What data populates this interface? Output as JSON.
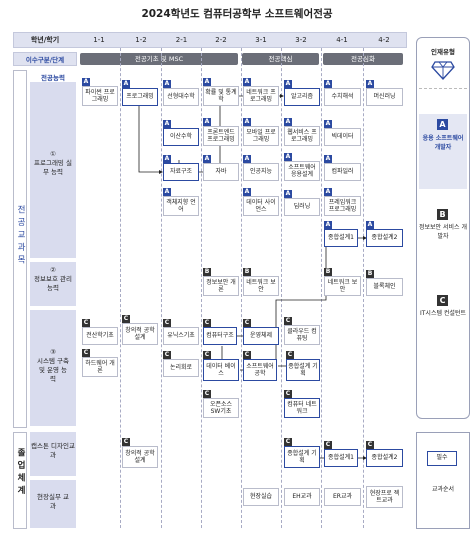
{
  "title": "2024학년도 컴퓨터공학부 소프트웨어전공",
  "header": {
    "label": "학년/학기",
    "semesters": [
      "1-1",
      "1-2",
      "2-1",
      "2-2",
      "3-1",
      "3-2",
      "4-1",
      "4-2"
    ]
  },
  "track_row": {
    "label": "이수구분/단계",
    "bars": [
      "전공기초 및 MSC",
      "전공핵심",
      "전공심화"
    ]
  },
  "side_labels": {
    "major_course": "전공교과목",
    "graduation": "졸업체계",
    "competency_header": "전공능력"
  },
  "sections": [
    {
      "num": "①",
      "name": "프로그래밍 실무 능력"
    },
    {
      "num": "②",
      "name": "정보보호 관리 능력"
    },
    {
      "num": "③",
      "name": "시스템 구축 및 운영 능력"
    },
    {
      "name": "캡스톤 디자인교과"
    },
    {
      "name": "현장실무 교과"
    }
  ],
  "courses": [
    {
      "id": "c1",
      "label": "파이썬 프로그래밍",
      "tag": "A"
    },
    {
      "id": "c2",
      "label": "프로그래밍",
      "tag": "A",
      "required": true
    },
    {
      "id": "c3",
      "label": "선형대수학",
      "tag": "A"
    },
    {
      "id": "c4",
      "label": "확률 및 통계학",
      "tag": "A"
    },
    {
      "id": "c5",
      "label": "네트워크 프로그래밍",
      "tag": "A"
    },
    {
      "id": "c6",
      "label": "알고리즘",
      "tag": "A",
      "required": true
    },
    {
      "id": "c7",
      "label": "수치해석",
      "tag": "A"
    },
    {
      "id": "c8",
      "label": "머신러닝",
      "tag": "A"
    },
    {
      "id": "c9",
      "label": "이산수학",
      "tag": "A",
      "required": true
    },
    {
      "id": "c10",
      "label": "프론트엔드 프로그래밍",
      "tag": "A"
    },
    {
      "id": "c11",
      "label": "모바일 프로그래밍",
      "tag": "A"
    },
    {
      "id": "c12",
      "label": "웹서비스 프로그래밍",
      "tag": "A"
    },
    {
      "id": "c13",
      "label": "빅데이터",
      "tag": "A"
    },
    {
      "id": "c14",
      "label": "자료구조",
      "tag": "A",
      "required": true
    },
    {
      "id": "c15",
      "label": "자바",
      "tag": "A"
    },
    {
      "id": "c16",
      "label": "인공지능",
      "tag": "A"
    },
    {
      "id": "c17",
      "label": "소프트웨어 응용설계",
      "tag": "A"
    },
    {
      "id": "c18",
      "label": "컴파일러",
      "tag": "A"
    },
    {
      "id": "c19",
      "label": "객체지향 언어",
      "tag": "A"
    },
    {
      "id": "c20",
      "label": "데이터 사이언스",
      "tag": "A"
    },
    {
      "id": "c21",
      "label": "딥러닝",
      "tag": "A"
    },
    {
      "id": "c22",
      "label": "프레임워크 프로그래밍",
      "tag": "A"
    },
    {
      "id": "c23",
      "label": "종합설계1",
      "tag": "A",
      "required": true
    },
    {
      "id": "c24",
      "label": "종합설계2",
      "tag": "A",
      "required": true
    },
    {
      "id": "c25",
      "label": "정보보안 개론",
      "tag": "B"
    },
    {
      "id": "c26",
      "label": "네트워크 보안",
      "tag": "B"
    },
    {
      "id": "c27",
      "label": "네트워크 보안",
      "tag": "B"
    },
    {
      "id": "c28",
      "label": "블록체인",
      "tag": "B"
    },
    {
      "id": "c29",
      "label": "전산학기초",
      "tag": "C"
    },
    {
      "id": "c30",
      "label": "창의적 공학설계",
      "tag": "C"
    },
    {
      "id": "c31",
      "label": "유닉스기초",
      "tag": "C"
    },
    {
      "id": "c32",
      "label": "컴퓨터구조",
      "tag": "C",
      "required": true
    },
    {
      "id": "c33",
      "label": "운영체제",
      "tag": "C",
      "required": true
    },
    {
      "id": "c34",
      "label": "클라우드 컴퓨팅",
      "tag": "C"
    },
    {
      "id": "c35",
      "label": "하드웨어 개론",
      "tag": "C"
    },
    {
      "id": "c36",
      "label": "논리회로",
      "tag": "C"
    },
    {
      "id": "c37",
      "label": "데이터 베이스",
      "tag": "C",
      "required": true
    },
    {
      "id": "c38",
      "label": "소프트웨어 공학",
      "tag": "C",
      "required": true
    },
    {
      "id": "c39",
      "label": "종합설계 기획",
      "tag": "C",
      "required": true
    },
    {
      "id": "c40",
      "label": "오픈소스 SW기초",
      "tag": "C"
    },
    {
      "id": "c41",
      "label": "컴퓨터 네트워크",
      "tag": "C",
      "required": true
    },
    {
      "id": "c42",
      "label": "창의적 공학설계",
      "tag": "C"
    },
    {
      "id": "c43",
      "label": "종합설계 기획",
      "tag": "C",
      "required": true
    },
    {
      "id": "c44",
      "label": "종합설계1",
      "tag": "C",
      "required": true
    },
    {
      "id": "c45",
      "label": "종합설계2",
      "tag": "C",
      "required": true
    },
    {
      "id": "c46",
      "label": "현장실습",
      "tag": ""
    },
    {
      "id": "c47",
      "label": "EH교과",
      "tag": ""
    },
    {
      "id": "c48",
      "label": "ER교과",
      "tag": ""
    },
    {
      "id": "c49",
      "label": "현장프로 젝트교과",
      "tag": ""
    }
  ],
  "legend": {
    "title": "인재유형",
    "types": [
      {
        "tag": "A",
        "label": "응용 소프트웨어 개발자"
      },
      {
        "tag": "B",
        "label": "정보보안 서비스 개발자"
      },
      {
        "tag": "C",
        "label": "IT시스템 컨설턴트"
      }
    ],
    "required_label": "필수",
    "order_label": "교과순서",
    "colors": {
      "accent": "#2c4aa1",
      "dark": "#333333",
      "band": "#d9dcee"
    }
  }
}
